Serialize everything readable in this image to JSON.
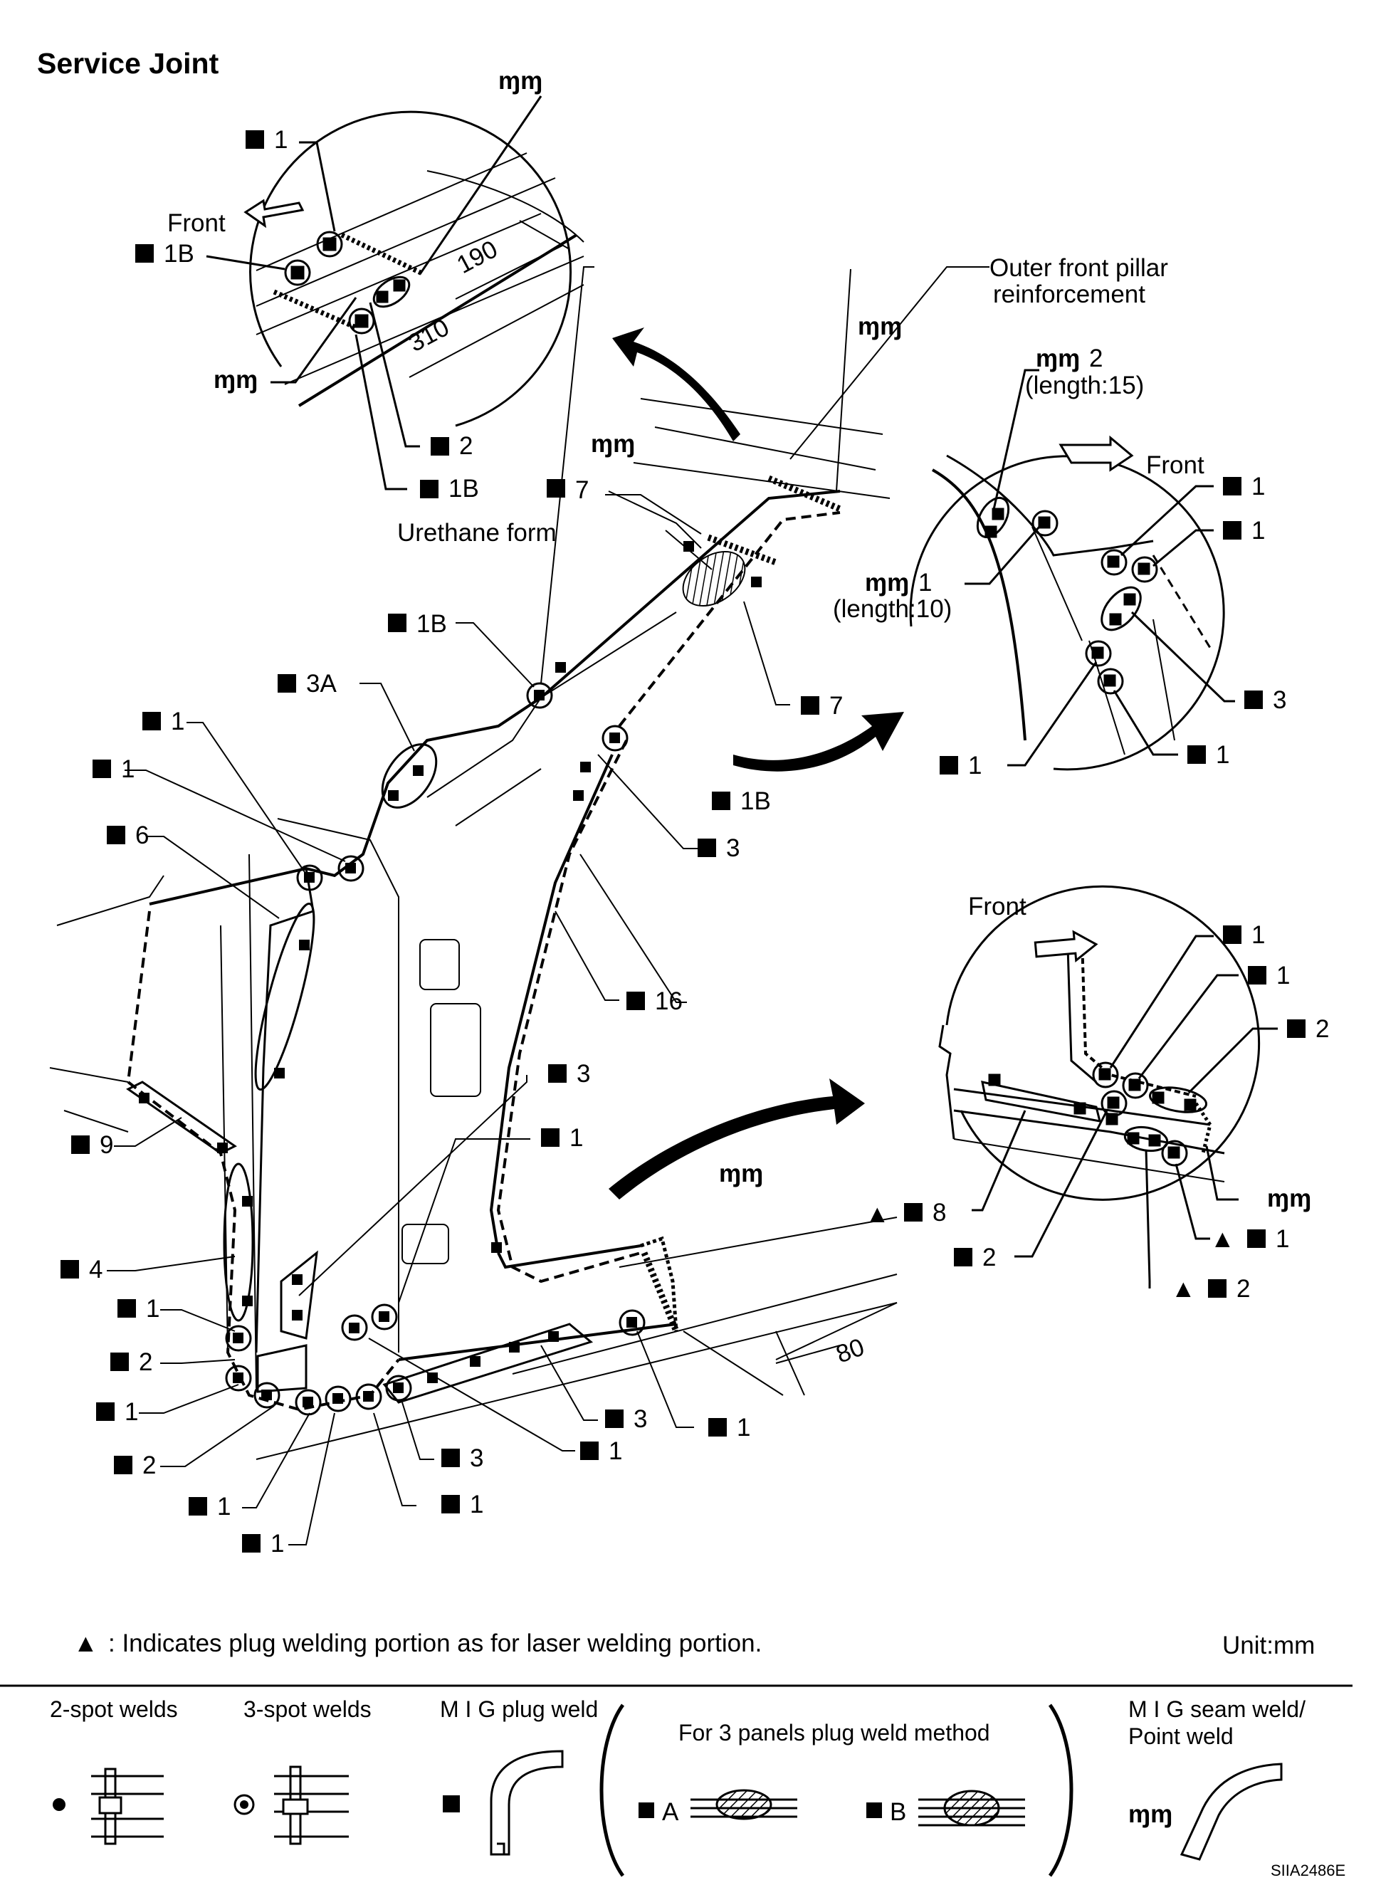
{
  "title": "Service Joint",
  "symbols": {
    "square": "■",
    "triangle": "▲",
    "mig_seam": "ɱɱ"
  },
  "callouts": {
    "top_detail": {
      "front": "Front",
      "l1": "1",
      "l1b_left": "1B",
      "l2": "2",
      "l1b_bottom": "1B",
      "dim_190": "190",
      "dim_310": "310"
    },
    "right_top_detail": {
      "seam2": "2",
      "seam2_len": "(length:15)",
      "seam1": "1",
      "seam1_len": "(length:10)",
      "front": "Front",
      "l1a": "1",
      "l1b": "1",
      "l3": "3",
      "l1c": "1",
      "l1d": "1"
    },
    "right_bottom_detail": {
      "front": "Front",
      "l1a": "1",
      "l1b": "1",
      "l2a": "2",
      "l8": "8",
      "l2b": "2",
      "l1c": "1",
      "l2c": "2"
    },
    "main": {
      "outer_pillar_1": "Outer front pillar",
      "outer_pillar_2": "reinforcement",
      "urethane": "Urethane form",
      "l7a": "7",
      "l7b": "7",
      "l1b_a": "1B",
      "l1b_b": "1B",
      "l3a": "3A",
      "l1a": "1",
      "l1b": "1",
      "l6": "6",
      "l3": "3",
      "l16": "16",
      "l9": "9",
      "l4": "4",
      "l3b": "3",
      "l1c": "1",
      "l1d": "1",
      "l2a": "2",
      "l1e": "1",
      "l2b": "2",
      "l1f": "1",
      "l1g": "1",
      "l3c": "3",
      "l3d": "3",
      "l1h": "1",
      "l1i": "1",
      "l1j": "1",
      "dim_80": "80"
    }
  },
  "footnote": ": Indicates plug welding portion as for laser welding portion.",
  "unit": "Unit:mm",
  "legend": {
    "two_spot": "2-spot welds",
    "three_spot": "3-spot welds",
    "mig_plug": "M I G plug weld",
    "three_panels": "For 3 panels plug weld method",
    "method_a": "A",
    "method_b": "B",
    "mig_seam_1": "M I G seam weld/",
    "mig_seam_2": "Point weld"
  },
  "figure_id": "SIIA2486E"
}
